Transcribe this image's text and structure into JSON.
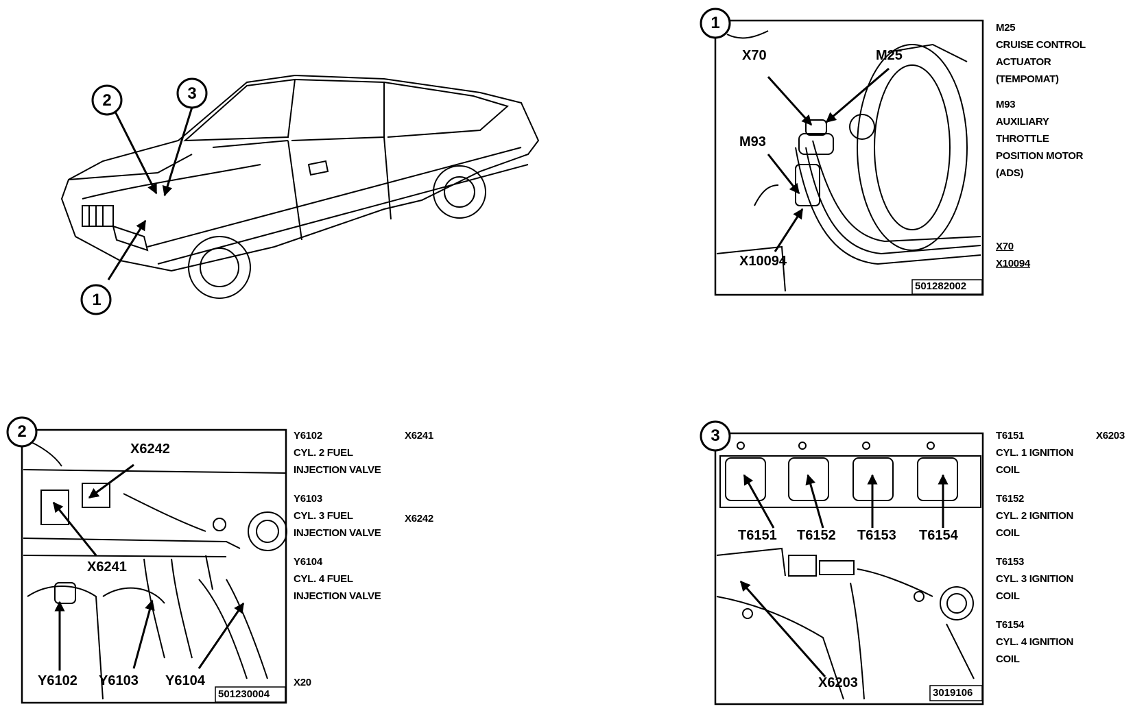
{
  "car": {
    "callouts": [
      "1",
      "2",
      "3"
    ]
  },
  "panel1": {
    "number": "1",
    "labels": {
      "x70": "X70",
      "m25": "M25",
      "m93": "M93",
      "x10094": "X10094"
    },
    "ref": "501282002",
    "legend": {
      "m25_code": "M25",
      "m25_desc": [
        "CRUISE CONTROL",
        "ACTUATOR",
        "(TEMPOMAT)"
      ],
      "m93_code": "M93",
      "m93_desc": [
        "AUXILIARY",
        "THROTTLE",
        "POSITION MOTOR",
        "(ADS)"
      ],
      "connectors": [
        "X70",
        "X10094"
      ]
    }
  },
  "panel2": {
    "number": "2",
    "labels": {
      "x6242": "X6242",
      "x6241": "X6241",
      "y6102": "Y6102",
      "y6103": "Y6103",
      "y6104": "Y6104"
    },
    "ref": "501230004",
    "legend": {
      "items": [
        {
          "code": "Y6102",
          "desc": [
            "CYL. 2 FUEL",
            "INJECTION VALVE"
          ]
        },
        {
          "code": "Y6103",
          "desc": [
            "CYL. 3 FUEL",
            "INJECTION VALVE"
          ]
        },
        {
          "code": "Y6104",
          "desc": [
            "CYL. 4 FUEL",
            "INJECTION VALVE"
          ]
        }
      ],
      "connectors": [
        "X6241",
        "X6242"
      ],
      "ground": "X20"
    }
  },
  "panel3": {
    "number": "3",
    "labels": {
      "t6151": "T6151",
      "t6152": "T6152",
      "t6153": "T6153",
      "t6154": "T6154",
      "x6203": "X6203"
    },
    "ref": "3019106",
    "legend": {
      "items": [
        {
          "code": "T6151",
          "desc": [
            "CYL. 1 IGNITION",
            "COIL"
          ]
        },
        {
          "code": "T6152",
          "desc": [
            "CYL. 2 IGNITION",
            "COIL"
          ]
        },
        {
          "code": "T6153",
          "desc": [
            "CYL. 3 IGNITION",
            "COIL"
          ]
        },
        {
          "code": "T6154",
          "desc": [
            "CYL. 4 IGNITION",
            "COIL"
          ]
        }
      ],
      "connector": "X6203"
    }
  }
}
